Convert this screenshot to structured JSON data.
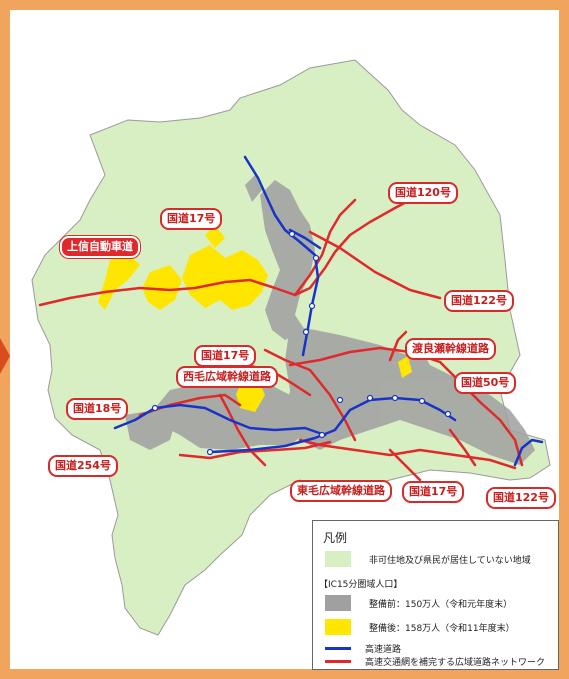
{
  "colors": {
    "frame": "#f1a45d",
    "arrow": "#d94c1e",
    "land": "#d8efc4",
    "city": "#a0a0a0",
    "after": "#ffe600",
    "highway": "#1a33c7",
    "network": "#e0292b"
  },
  "labels": {
    "r120": "国道120号",
    "r17_top": "国道17号",
    "joshinetsu": "上信自動車道",
    "r122_right": "国道122号",
    "r17_mid": "国道17号",
    "nishimo": "西毛広域幹線道路",
    "watarase": "渡良瀬幹線道路",
    "r50": "国道50号",
    "r18": "国道18号",
    "r254": "国道254号",
    "tomo": "東毛広域幹線道路",
    "r17_bottom": "国道17号",
    "r122_bottom": "国道122号"
  },
  "legend": {
    "title": "凡例",
    "non_residential": "非可住地及び県民が居住していない地域",
    "section_title": "【IC15分圏域人口】",
    "before": "整備前：150万人（令和元年度末）",
    "after": "整備後：158万人（令和11年度末）",
    "highway": "高速道路",
    "network": "高速交通網を補完する広域道路ネットワーク"
  }
}
